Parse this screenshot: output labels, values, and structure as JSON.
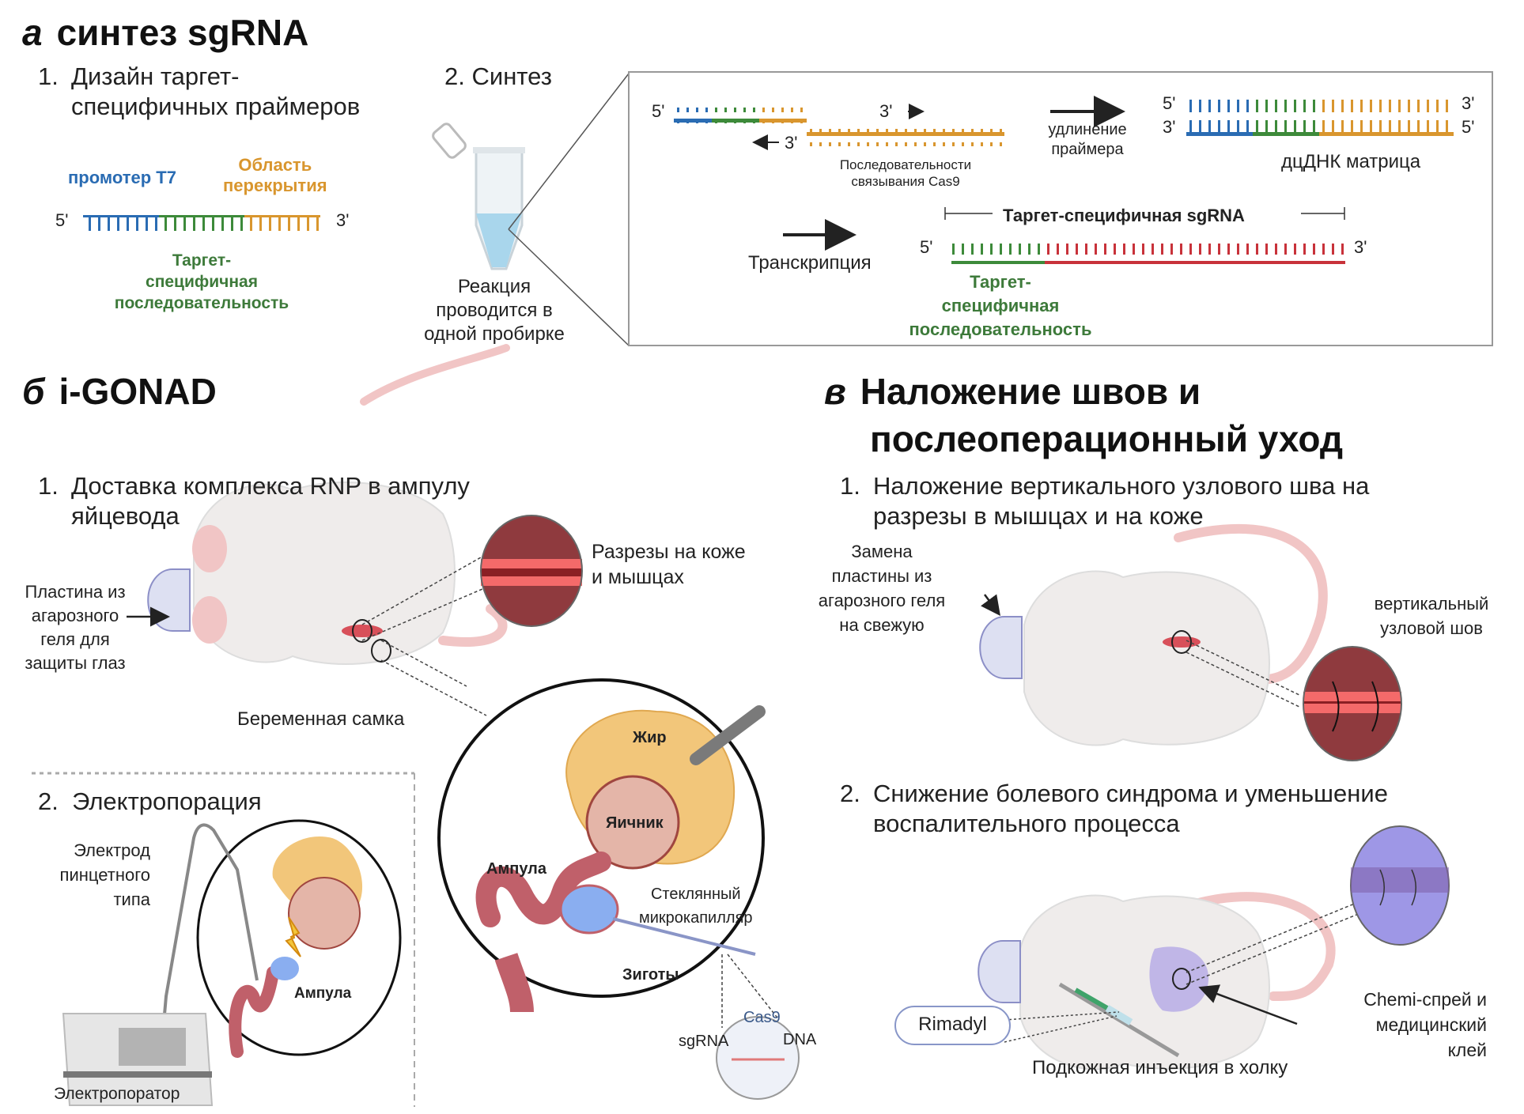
{
  "section_a": {
    "letter": "а",
    "title": "синтез sgRNA",
    "step1": {
      "num": "1.",
      "text_line1": "Дизайн таргет-",
      "text_line2": "специфичных праймеров"
    },
    "primer": {
      "t7_label": "промотер T7",
      "overlap_label_line1": "Область",
      "overlap_label_line2": "перекрытия",
      "end5": "5'",
      "end3": "3'",
      "target_line1": "Таргет-",
      "target_line2": "специфичная",
      "target_line3": "последовательность"
    },
    "step2": {
      "num": "2.",
      "text": "Синтез"
    },
    "tube_label_line1": "Реакция",
    "tube_label_line2": "проводится в",
    "tube_label_line3": "одной пробирке",
    "panel": {
      "fwd_5": "5'",
      "fwd_3": "3'",
      "rev_3": "3'",
      "cas9_line1": "Последовательности",
      "cas9_line2": "связывания Cas9",
      "extension_line1": "удлинение",
      "extension_line2": "праймера",
      "ds_top_5": "5'",
      "ds_top_3": "3'",
      "ds_bot_3": "3'",
      "ds_bot_5": "5'",
      "dsdna_label": "дцДНК матрица",
      "sgrna_label": "Таргет-специфичная sgRNA",
      "transcription_label": "Транскрипция",
      "rna_5": "5'",
      "rna_3": "3'",
      "rna_target_line1": "Таргет-",
      "rna_target_line2": "специфичная",
      "rna_target_line3": "последовательность"
    }
  },
  "section_b": {
    "letter": "б",
    "title": "i-GONAD",
    "step1": {
      "num": "1.",
      "text_line1": "Доставка комплекса RNP в ампулу",
      "text_line2": "яйцевода"
    },
    "agarose_line1": "Пластина из",
    "agarose_line2": "агарозного",
    "agarose_line3": "геля для",
    "agarose_line4": "защиты глаз",
    "incision_line1": "Разрезы на коже",
    "incision_line2": "и мышцах",
    "pregnant_label": "Беременная самка",
    "step2": {
      "num": "2.",
      "text": "Электропорация"
    },
    "electrode_line1": "Электрод",
    "electrode_line2": "пинцетного",
    "electrode_line3": "типа",
    "small_ampulla": "Ампула",
    "electroporator": "Электропоратор",
    "big_circle": {
      "fat": "Жир",
      "ovary": "Яичник",
      "ampulla": "Ампула",
      "capillary_line1": "Стеклянный",
      "capillary_line2": "микрокапилляр",
      "zygotes": "Зиготы",
      "cas9": "Cas9",
      "sgrna": "sgRNA",
      "dna": "DNA"
    }
  },
  "section_c": {
    "letter": "в",
    "title_line1": "Наложение швов и",
    "title_line2": "послеоперационный уход",
    "step1": {
      "num": "1.",
      "text_line1": "Наложение вертикального узлового шва на",
      "text_line2": "разрезы в мышцах и на коже"
    },
    "replace_line1": "Замена",
    "replace_line2": "пластины из",
    "replace_line3": "агарозного геля",
    "replace_line4": "на свежую",
    "suture_line1": "вертикальный",
    "suture_line2": "узловой шов",
    "step2": {
      "num": "2.",
      "text_line1": "Снижение болевого синдрома и уменьшение",
      "text_line2": "воспалительного процесса"
    },
    "rimadyl": "Rimadyl",
    "spray_line1": "Chemi-спрей и",
    "spray_line2": "медицинский",
    "spray_line3": "клей",
    "injection": "Подкожная инъекция в холку"
  },
  "colors": {
    "t7": "#2a6cb3",
    "target": "#3d8a3a",
    "overlap": "#d9962e",
    "sgrna": "#c8323a",
    "tissue": "#c0606a",
    "fat": "#f2c67a",
    "glue": "#8f86d9"
  }
}
